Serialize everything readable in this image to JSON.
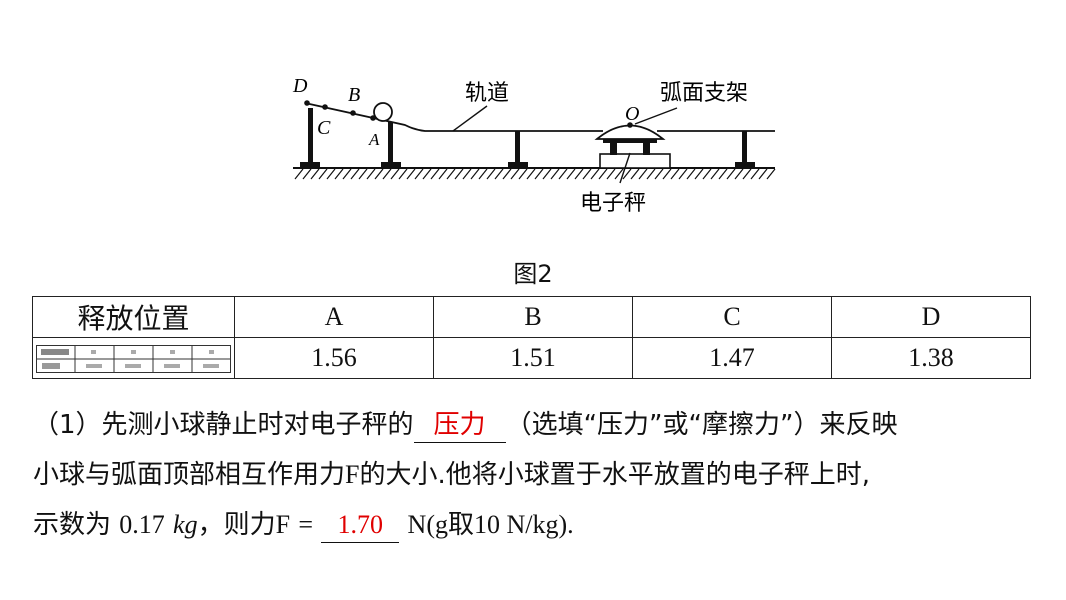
{
  "figure": {
    "point_labels": {
      "D": "D",
      "B": "B",
      "C": "C",
      "A": "A",
      "O": "O"
    },
    "track_label": "轨道",
    "support_label": "弧面支架",
    "scale_label": "电子秤"
  },
  "figure_caption": "图2",
  "table": {
    "header_label": "释放位置",
    "columns": [
      "A",
      "B",
      "C",
      "D"
    ],
    "values": [
      "1.56",
      "1.51",
      "1.47",
      "1.38"
    ]
  },
  "question": {
    "line1": {
      "part_number": "（1）",
      "text_before": "先测小球静止时对电子秤的",
      "answer": "压力",
      "text_after": "（选填“压力”或“摩擦力”）来反映"
    },
    "line2": {
      "text_before": "小球与弧面顶部相互作用力",
      "symbol_F": "F",
      "text_after": "的大小.他将小球置于水平放置的电子秤上时,"
    },
    "line3": {
      "text_before": "示数为",
      "mass_value": "0.17",
      "mass_unit": "kg",
      "mid_text": "，则力",
      "symbol_F": "F",
      "equals": "=",
      "answer": "1.70",
      "after_answer": "N(g取10 N/kg)."
    }
  }
}
